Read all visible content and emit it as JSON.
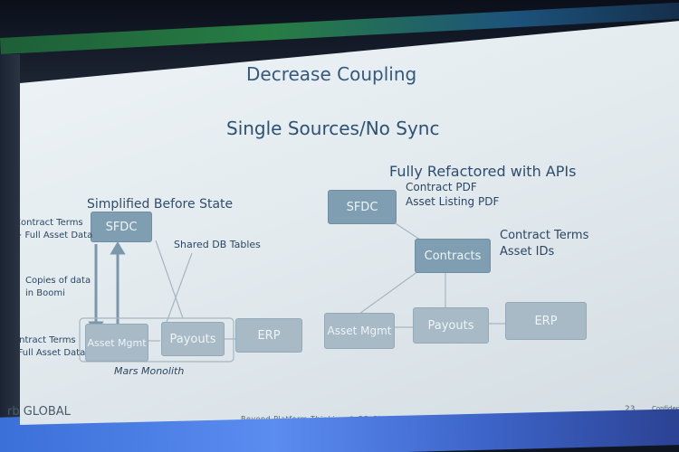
{
  "slide": {
    "title": "Decrease Coupling",
    "subtitle": "Single Sources/No Sync",
    "left_heading": "Simplified Before State",
    "right_heading": "Fully Refactored with APIs",
    "left": {
      "sfdc": "SFDC",
      "asset_mgmt": "Asset Mgmt",
      "payouts": "Payouts",
      "erp": "ERP",
      "label_contract_terms_top": [
        "Contract Terms",
        "+ Full Asset Data"
      ],
      "label_copies": [
        "Copies of data",
        "in Boomi"
      ],
      "label_contract_terms_bottom": [
        "Contract Terms",
        "+ Full Asset Data"
      ],
      "label_shared_db": "Shared DB Tables",
      "label_monolith": "Mars Monolith"
    },
    "right": {
      "sfdc": "SFDC",
      "contracts": "Contracts",
      "asset_mgmt": "Asset Mgmt",
      "payouts": "Payouts",
      "erp": "ERP",
      "label_sfdc": [
        "Contract PDF",
        "Asset Listing PDF"
      ],
      "label_contracts": [
        "Contract Terms",
        "Asset IDs"
      ]
    },
    "footer": {
      "brand": "rb GLOBAL",
      "tagline": "Beyond Platform Thinking @ RB Global",
      "page_number": "23",
      "confidential": "Confidential"
    }
  }
}
